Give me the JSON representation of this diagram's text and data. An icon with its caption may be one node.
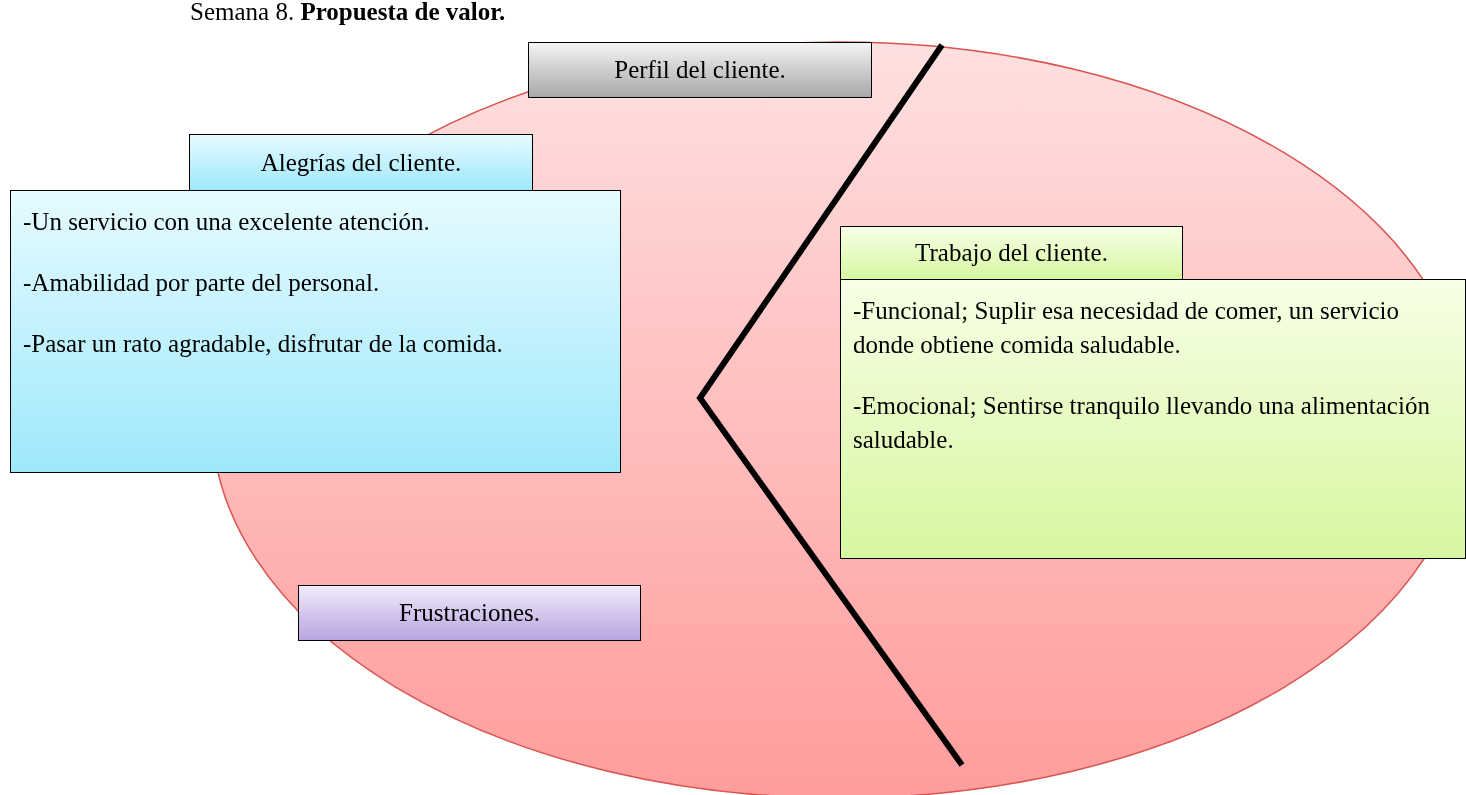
{
  "diagram": {
    "title": "Semana 8. **Propuesta de valor.**",
    "nodes": [
      {
        "text": [
          "Perfil del cliente."
        ]
      },
      {
        "text": [
          "Alegrías del cliente."
        ]
      },
      {
        "text": [
          "-Un servicio con una excelente atención.",
          "-Amabilidad por parte del personal.",
          "-Pasar un rato agradable, disfrutar de la comida."
        ]
      },
      {
        "text": [
          "Trabajo del cliente."
        ]
      },
      {
        "text": [
          "-Funcional; Suplir esa necesidad de comer, un servicio donde obtiene comida saludable.",
          "-Emocional; Sentirse tranquilo llevando una alimentación saludable."
        ]
      },
      {
        "text": [
          "Frustraciones."
        ]
      }
    ]
  }
}
